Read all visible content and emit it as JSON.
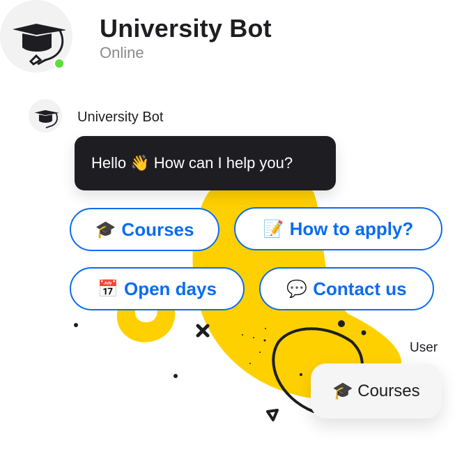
{
  "header": {
    "title": "University Bot",
    "status": "Online",
    "status_color": "#5ddc3c"
  },
  "message": {
    "sender": "University Bot",
    "text_before": "Hello",
    "wave_emoji": "👋",
    "text_after": "How can I help you?"
  },
  "quick_replies": [
    {
      "emoji": "🎓",
      "label": "Courses"
    },
    {
      "emoji": "📝",
      "label": "How to apply?"
    },
    {
      "emoji": "📅",
      "label": "Open days"
    },
    {
      "emoji": "💬",
      "label": "Contact us"
    }
  ],
  "user_message": {
    "sender": "User",
    "emoji": "🎓",
    "text": "Courses"
  },
  "colors": {
    "accent": "#0a6cf0",
    "blob": "#ffd000",
    "bot_bubble": "#1e1e22"
  }
}
